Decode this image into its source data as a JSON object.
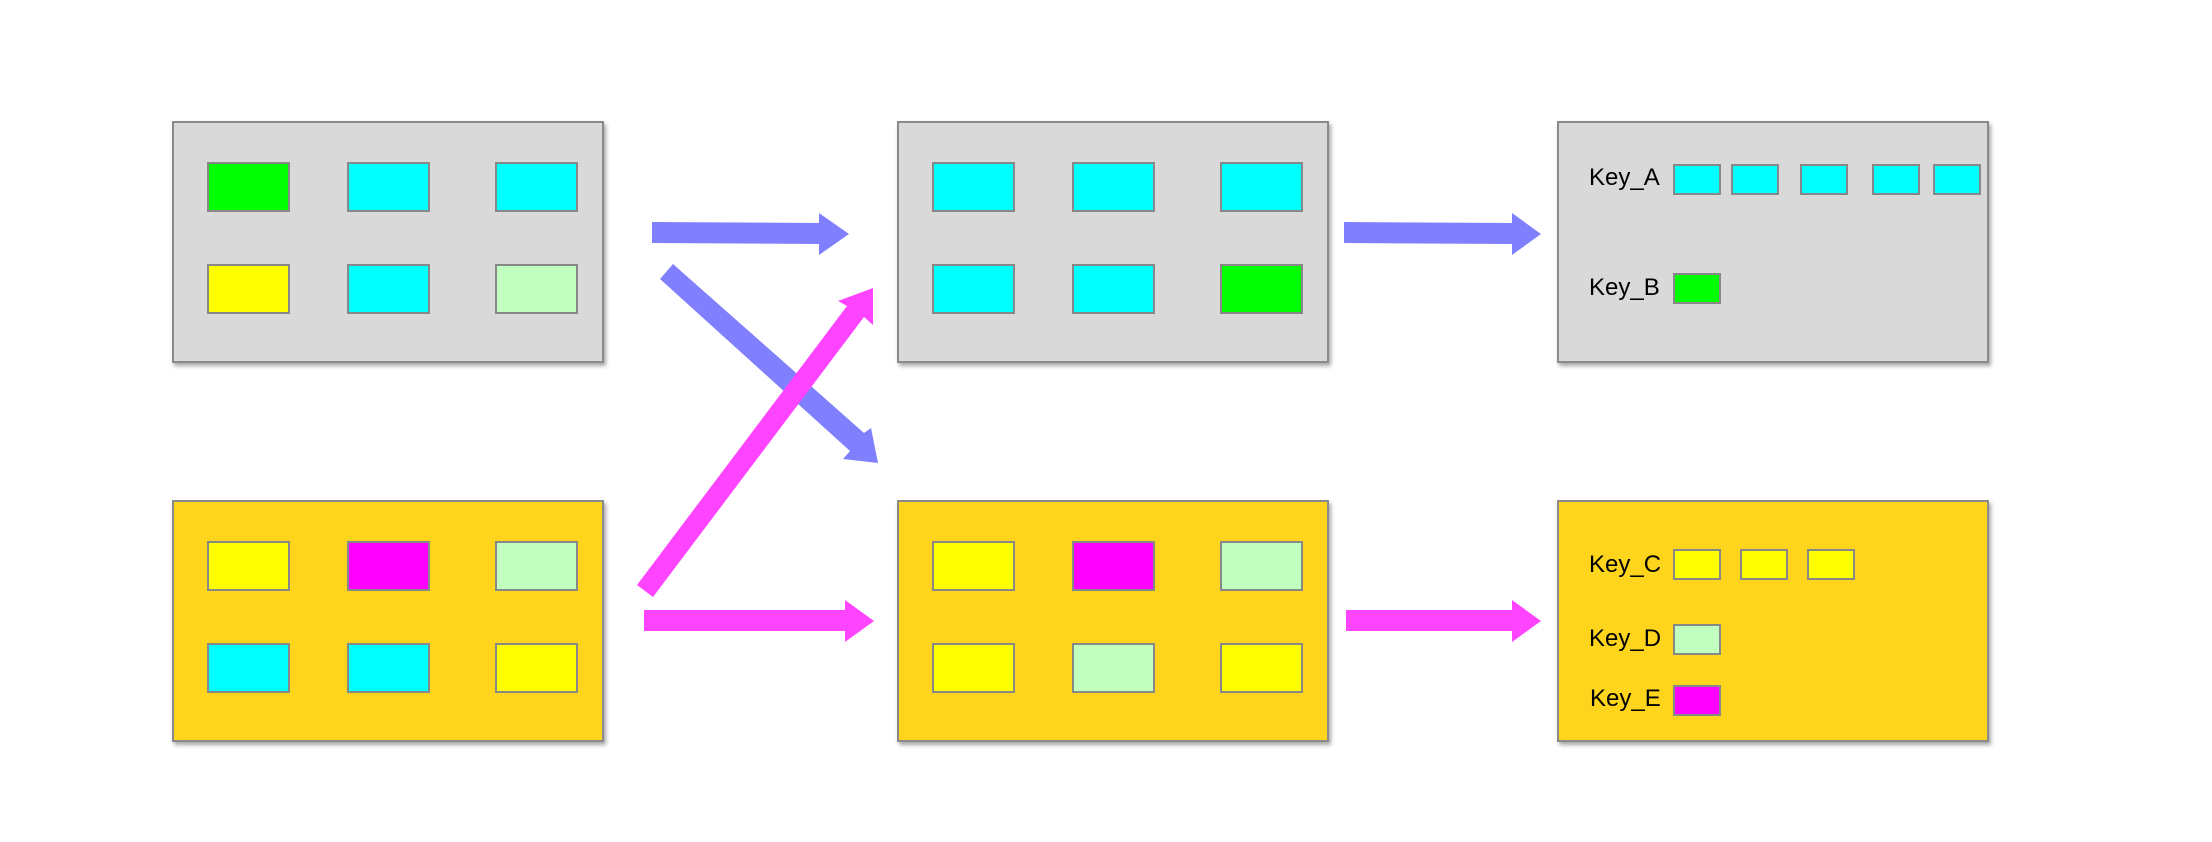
{
  "colors": {
    "gray_panel": "#d9d9d9",
    "gold_panel": "#ffd41c",
    "cyan": "#00ffff",
    "green": "#00ff00",
    "yellow": "#ffff00",
    "light_green": "#c0ffc0",
    "magenta": "#ff00ff",
    "arrow_blue": "#8080ff",
    "arrow_magenta": "#ff44ff"
  },
  "panels": {
    "source_top": {
      "tiles": [
        "green",
        "cyan",
        "cyan",
        "yellow",
        "cyan",
        "light_green"
      ]
    },
    "source_bottom": {
      "tiles": [
        "yellow",
        "magenta",
        "light_green",
        "cyan",
        "cyan",
        "yellow"
      ]
    },
    "partition_top": {
      "tiles": [
        "cyan",
        "cyan",
        "cyan",
        "cyan",
        "cyan",
        "green"
      ]
    },
    "partition_bottom": {
      "tiles": [
        "yellow",
        "magenta",
        "light_green",
        "yellow",
        "light_green",
        "yellow"
      ]
    },
    "grouped_top": {
      "rows": [
        {
          "label": "Key_A",
          "count": 5,
          "color": "cyan"
        },
        {
          "label": "Key_B",
          "count": 1,
          "color": "green"
        }
      ]
    },
    "grouped_bottom": {
      "rows": [
        {
          "label": "Key_C",
          "count": 3,
          "color": "yellow"
        },
        {
          "label": "Key_D",
          "count": 1,
          "color": "light_green"
        },
        {
          "label": "Key_E",
          "count": 1,
          "color": "magenta"
        }
      ]
    }
  },
  "arrows": [
    {
      "from": "source_top",
      "to": "partition_top",
      "color": "arrow_blue"
    },
    {
      "from": "source_top",
      "to": "partition_bottom",
      "color": "arrow_blue"
    },
    {
      "from": "source_bottom",
      "to": "partition_top",
      "color": "arrow_magenta"
    },
    {
      "from": "source_bottom",
      "to": "partition_bottom",
      "color": "arrow_magenta"
    },
    {
      "from": "partition_top",
      "to": "grouped_top",
      "color": "arrow_blue"
    },
    {
      "from": "partition_bottom",
      "to": "grouped_bottom",
      "color": "arrow_magenta"
    }
  ]
}
